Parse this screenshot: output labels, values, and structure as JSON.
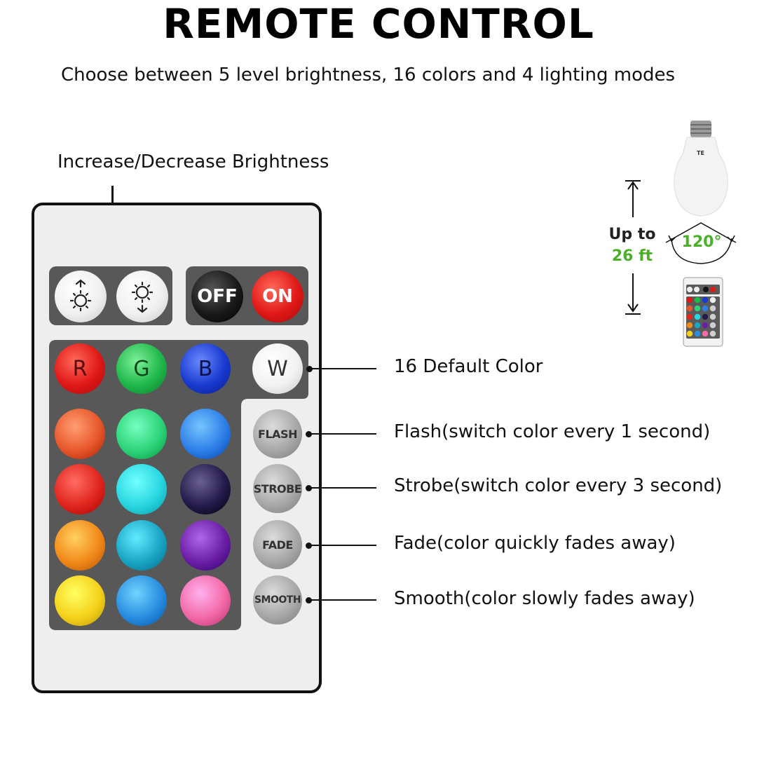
{
  "header": {
    "title": "REMOTE CONTROL",
    "subtitle": "Choose between 5 level brightness, 16 colors and 4 lighting modes"
  },
  "annotations": {
    "brightness": "Increase/Decrease Brightness",
    "default_color": "16 Default Color",
    "flash": "Flash(switch color every 1 second)",
    "strobe": "Strobe(switch color every 3 second)",
    "fade": "Fade(color quickly fades away)",
    "smooth": "Smooth(color slowly fades away)"
  },
  "range": {
    "line1": "Up to",
    "line2": "26 ft",
    "angle": "120°",
    "bulb_logo": "TE"
  },
  "remote": {
    "brightness_up_icon": "brightness-up-icon",
    "brightness_down_icon": "brightness-down-icon",
    "off_label": "OFF",
    "on_label": "ON",
    "color_row_labels": [
      "R",
      "G",
      "B",
      "W"
    ],
    "mode_labels": [
      "FLASH",
      "STROBE",
      "FADE",
      "SMOOTH"
    ]
  },
  "colors": {
    "green_accent": "#4caf2a",
    "panel": "#585858",
    "remote_body": "#eeeeee",
    "off": "#111111",
    "on": "#e01818",
    "grid": [
      "#e8582c",
      "#2fd47a",
      "#2f7fe8",
      "#e0261e",
      "#2ad6e0",
      "#241b4a",
      "#f28a1a",
      "#1aa6c4",
      "#6b1fa6",
      "#f5d21c",
      "#2a8ee0",
      "#f36aa8"
    ]
  }
}
